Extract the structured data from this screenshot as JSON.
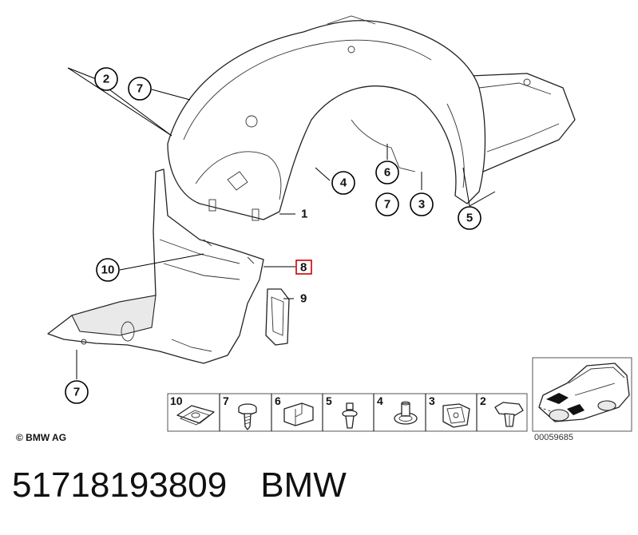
{
  "callouts": {
    "c2": "2",
    "c7_top": "7",
    "c4": "4",
    "c1": "1",
    "c6": "6",
    "c7_mid": "7",
    "c3": "3",
    "c5": "5",
    "c10": "10",
    "c8": "8",
    "c9": "9",
    "c7_bottom": "7"
  },
  "strip": {
    "items": [
      "10",
      "7",
      "6",
      "5",
      "4",
      "3",
      "2"
    ]
  },
  "footer": {
    "copyright": "© BMW AG",
    "diagram_code": "00059685"
  },
  "title": {
    "part_number": "51718193809",
    "brand": "BMW"
  },
  "highlight_color": "#cc0000"
}
